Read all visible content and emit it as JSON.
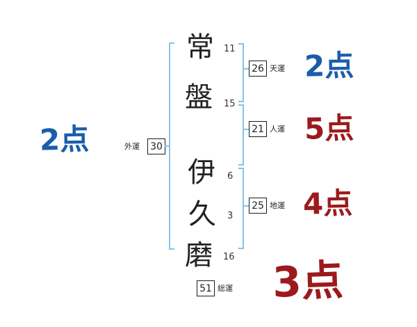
{
  "name": {
    "chars": [
      {
        "glyph": "常",
        "strokes": "11"
      },
      {
        "glyph": "盤",
        "strokes": "15"
      },
      {
        "glyph": "伊",
        "strokes": "6"
      },
      {
        "glyph": "久",
        "strokes": "3"
      },
      {
        "glyph": "磨",
        "strokes": "16"
      }
    ]
  },
  "fortunes": {
    "heaven": {
      "label": "天運",
      "value": "26",
      "score": "2点"
    },
    "person": {
      "label": "人運",
      "value": "21",
      "score": "5点"
    },
    "earth": {
      "label": "地運",
      "value": "25",
      "score": "4点"
    },
    "outer": {
      "label": "外運",
      "value": "30",
      "score": "2点"
    },
    "total": {
      "label": "総運",
      "value": "51",
      "score": "3点"
    }
  },
  "colors": {
    "score_blue": "#1a5dab",
    "score_red": "#9c1a1c",
    "bracket_blue": "#85c3e9"
  }
}
